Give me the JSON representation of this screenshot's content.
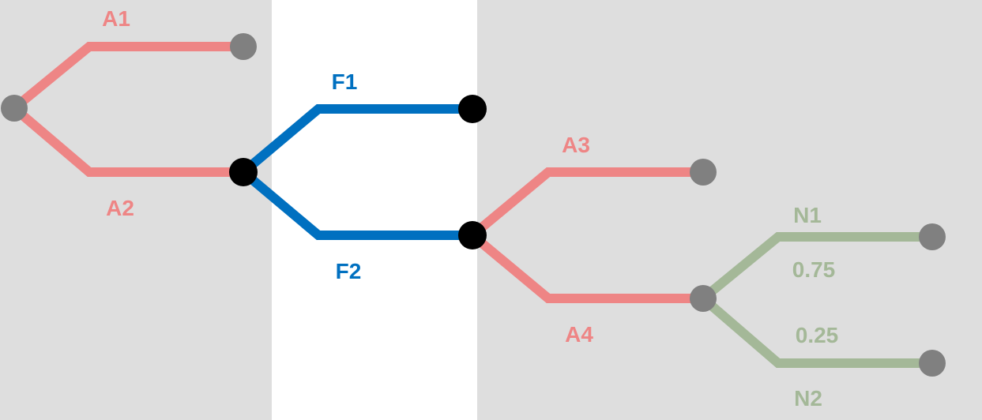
{
  "colors": {
    "shade": "#dedede",
    "clear": "#ffffff",
    "red": "#ee8585",
    "blue": "#0070c0",
    "green": "#a4b898",
    "gray_node": "#808080",
    "black_node": "#000000"
  },
  "labels": {
    "a1": "A1",
    "a2": "A2",
    "f1": "F1",
    "f2": "F2",
    "a3": "A3",
    "a4": "A4",
    "n1": "N1",
    "n2": "N2",
    "p1": "0.75",
    "p2": "0.25"
  }
}
